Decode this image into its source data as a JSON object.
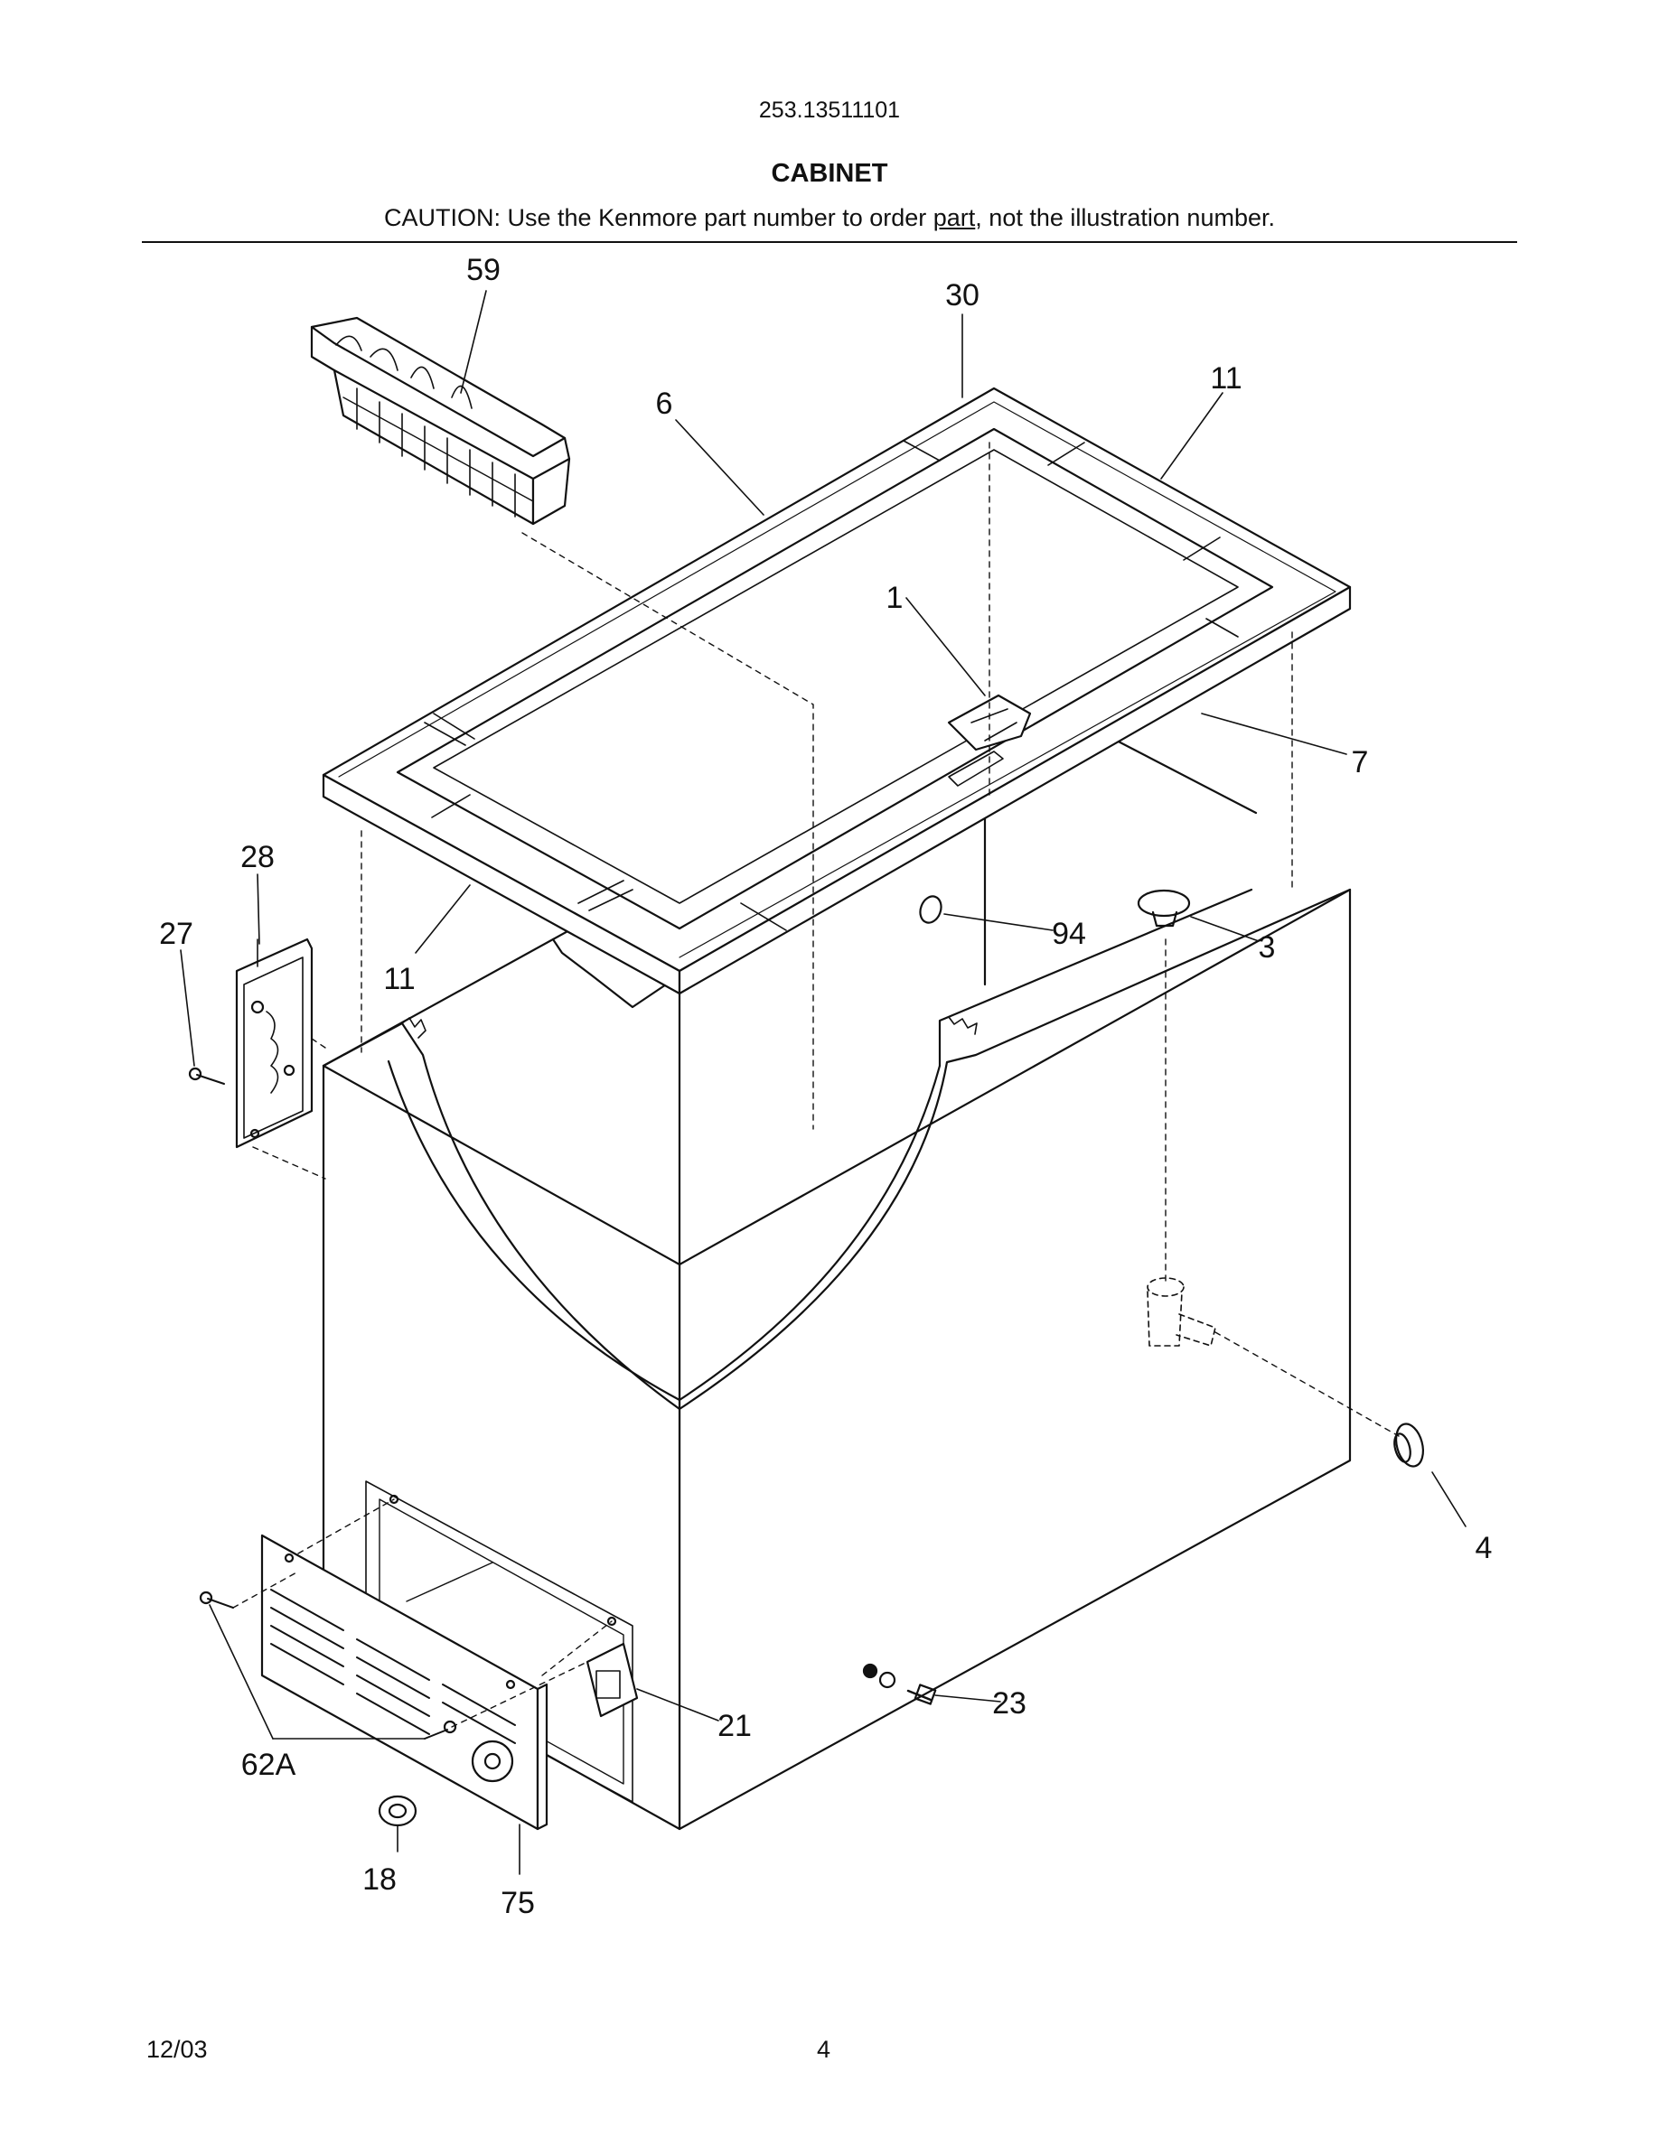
{
  "header": {
    "model_number": "253.13511101",
    "section_title": "CABINET",
    "caution_prefix": "CAUTION: Use the Kenmore part number to order ",
    "caution_underlined": "part",
    "caution_suffix": ", not the illustration number."
  },
  "callouts": {
    "c59": "59",
    "c30": "30",
    "c11_top": "11",
    "c6": "6",
    "c1": "1",
    "c7": "7",
    "c28": "28",
    "c27": "27",
    "c11_left": "11",
    "c94": "94",
    "c3": "3",
    "c4": "4",
    "c21": "21",
    "c23": "23",
    "c62A": "62A",
    "c18": "18",
    "c75": "75"
  },
  "footer": {
    "date": "12/03",
    "page_number": "4"
  }
}
